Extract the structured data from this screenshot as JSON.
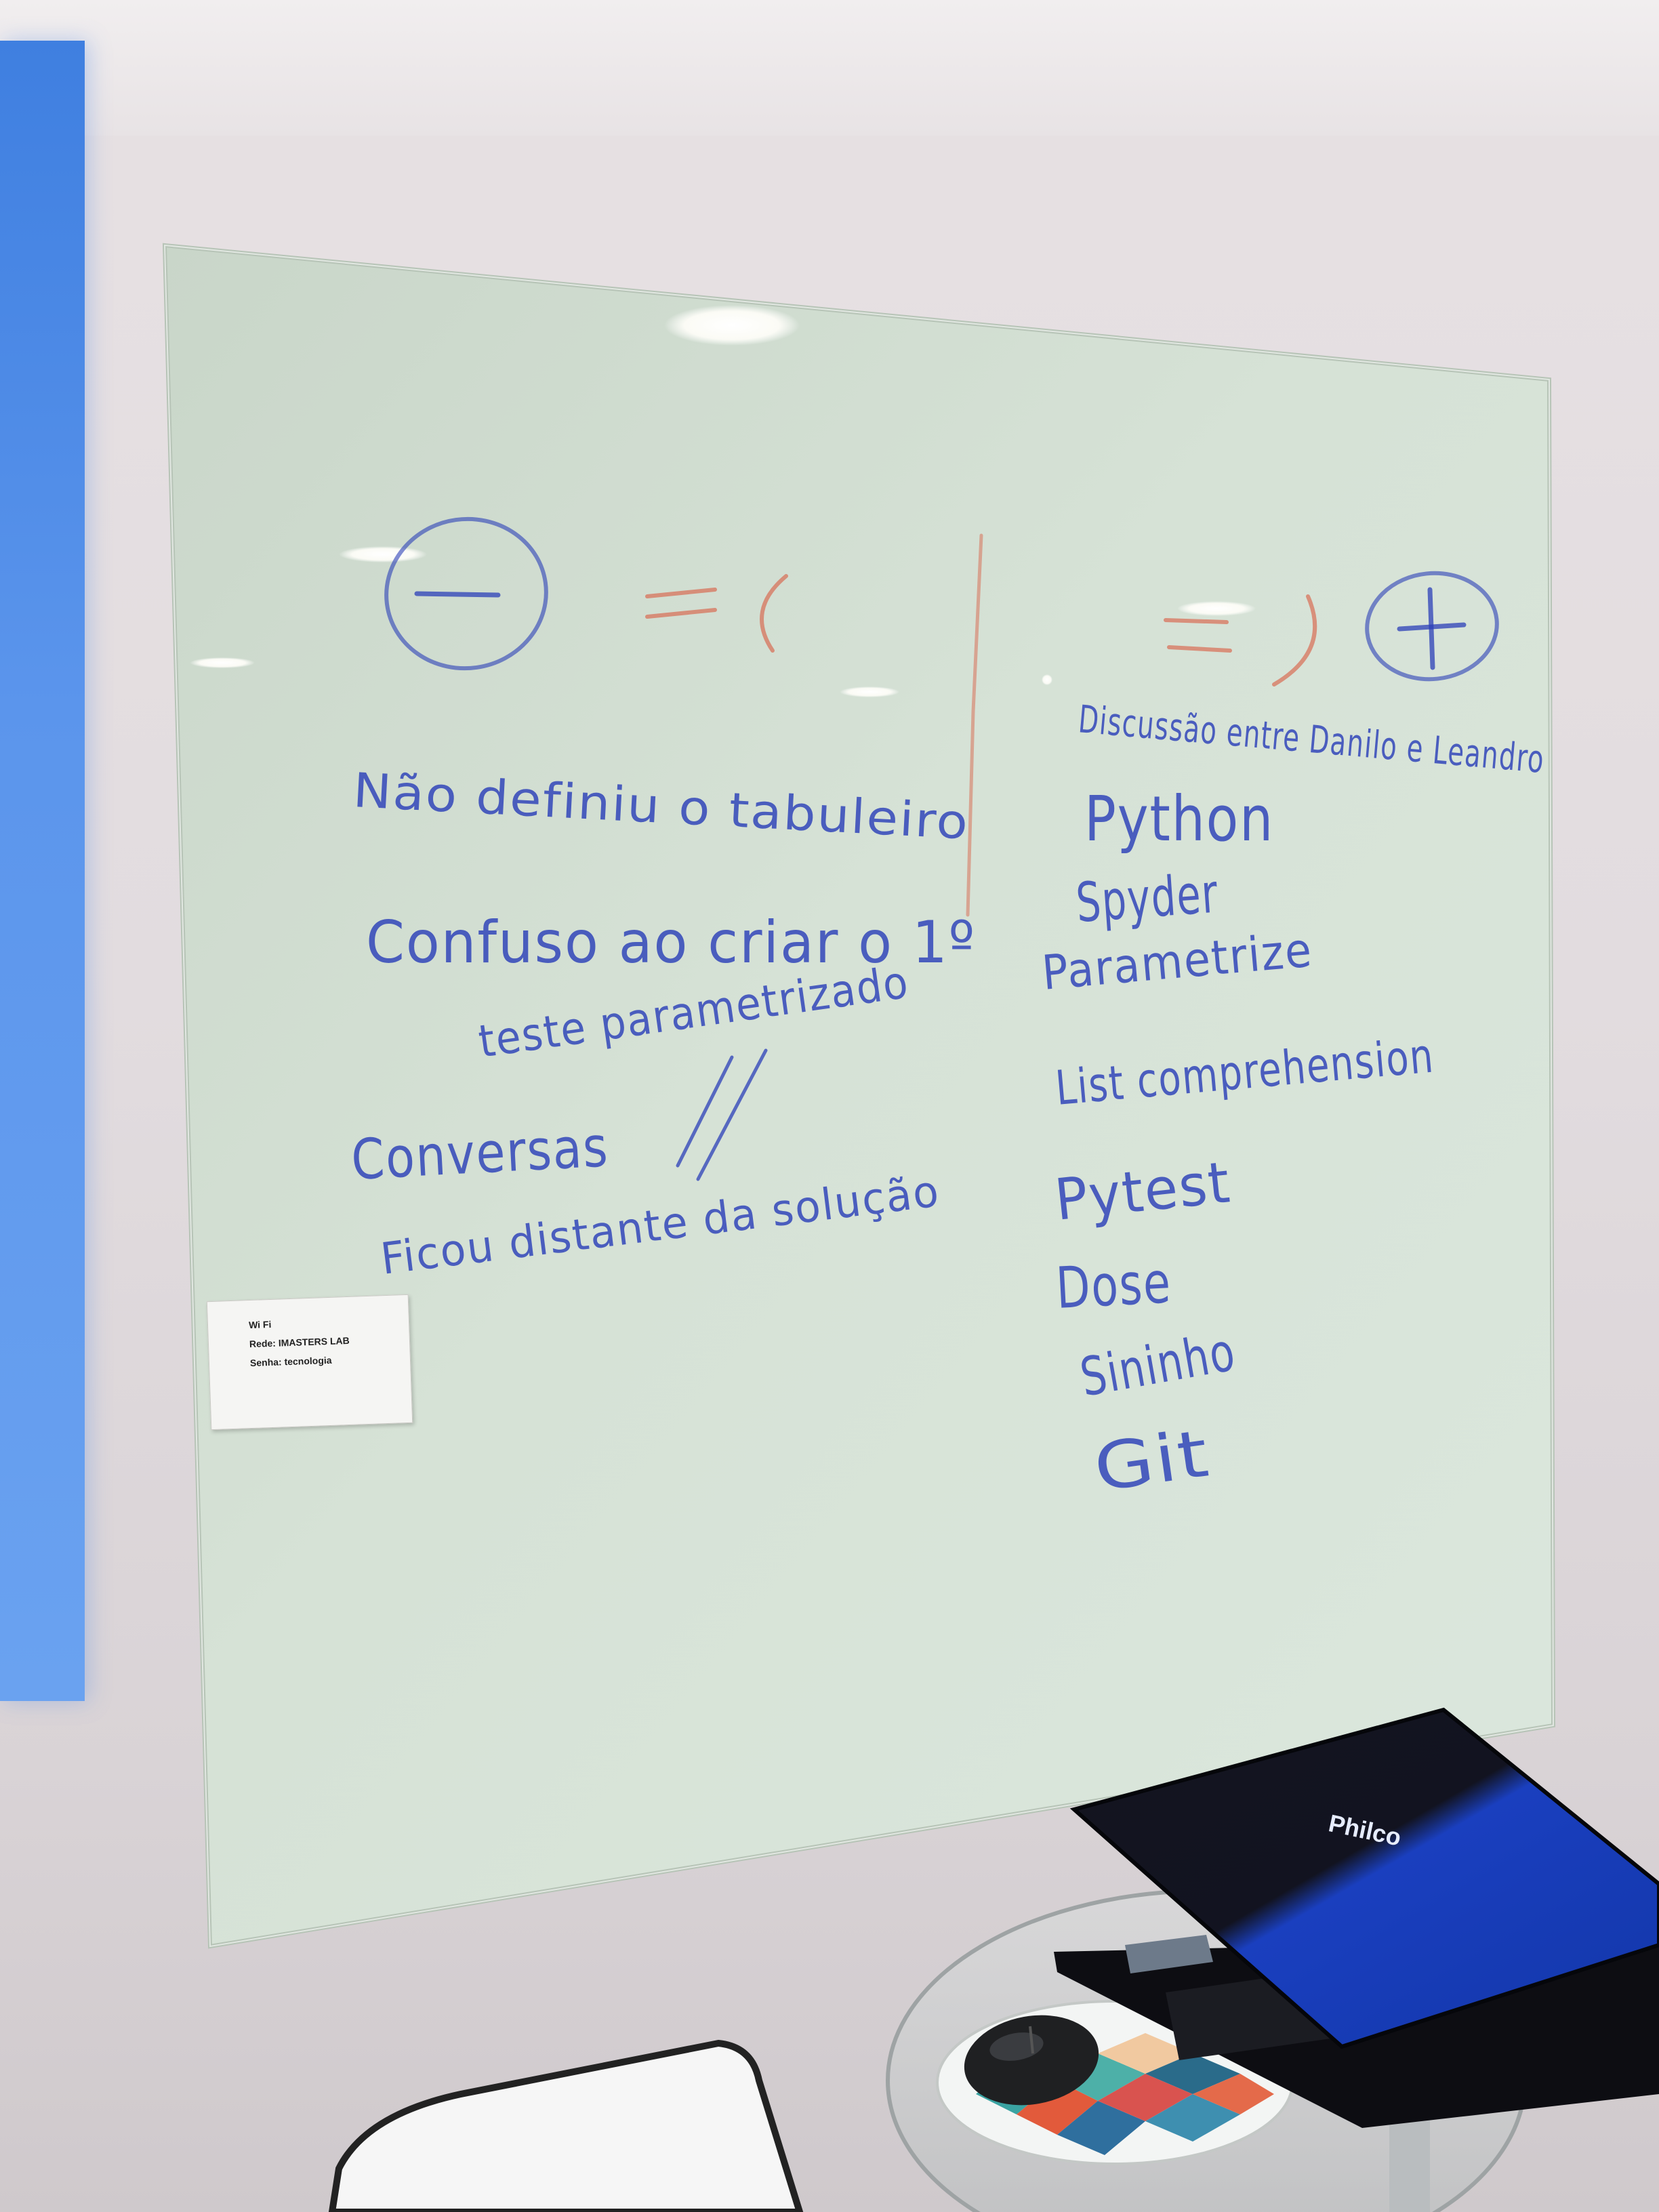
{
  "wifi_note": {
    "line1": "Wi Fi",
    "line2": "Rede: IMASTERS LAB",
    "line3": "Senha: tecnologia"
  },
  "laptop_brand": "Philco",
  "whiteboard": {
    "minus_symbol": "−",
    "plus_symbol": "+",
    "left_column": [
      "Não definiu o tabuleiro",
      "Confuso ao criar o 1º",
      "teste parametrizado",
      "Conversas",
      "Ficou distante da solução"
    ],
    "right_column": [
      "Discussão entre Danilo e Leandro",
      "Python",
      "Spyder",
      "Parametrize",
      "List comprehension",
      "Pytest",
      "Dose",
      "Sininho",
      "Git"
    ]
  }
}
